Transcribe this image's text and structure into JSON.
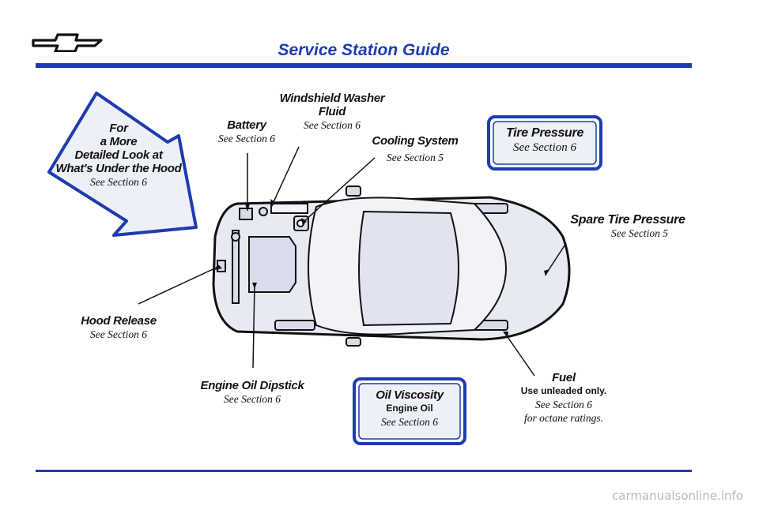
{
  "page": {
    "title": "Service Station Guide",
    "logo_icon": "chevrolet-bowtie-icon",
    "accent": "#1e3bb0"
  },
  "callouts": {
    "under_hood": {
      "line1": "For",
      "line2": "a More",
      "line3": "Detailed Look at",
      "line4": "What's Under the Hood",
      "ref": "See Section 6"
    },
    "battery": {
      "title": "Battery",
      "ref": "See Section 6"
    },
    "washer": {
      "line1": "Windshield Washer",
      "line2": "Fluid",
      "ref": "See Section 6"
    },
    "cooling": {
      "title": "Cooling System",
      "ref": "See Section 5"
    },
    "tire_pressure": {
      "title": "Tire Pressure",
      "ref": "See Section 6"
    },
    "spare_tire": {
      "title": "Spare Tire Pressure",
      "ref": "See Section 5"
    },
    "hood_release": {
      "title": "Hood Release",
      "ref": "See Section 6"
    },
    "dipstick": {
      "title": "Engine Oil Dipstick",
      "ref": "See Section 6"
    },
    "oil_viscosity": {
      "title": "Oil Viscosity",
      "line2": "Engine Oil",
      "ref": "See Section 6"
    },
    "fuel": {
      "title": "Fuel",
      "line2": "Use unleaded only.",
      "ref": "See Section 6",
      "line4": "for octane ratings."
    }
  },
  "watermark": "carmanualsonline.info"
}
